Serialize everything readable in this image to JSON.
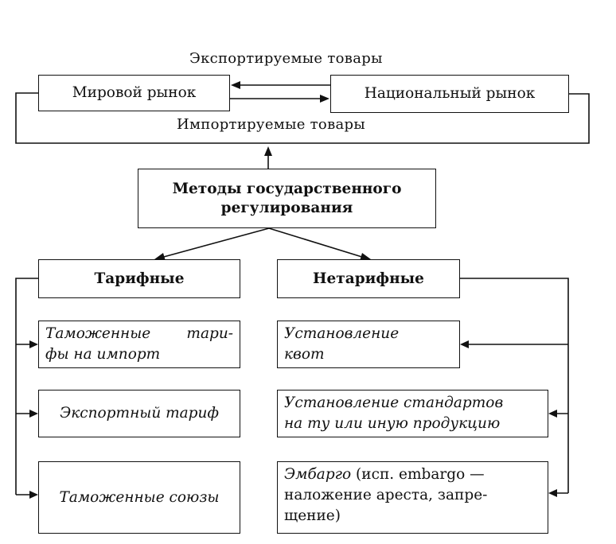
{
  "trade": {
    "exported_goods": "Экспортируемые товары",
    "imported_goods": "Импортируемые товары",
    "world_market": "Мировой рынок",
    "national_market": "Национальный рынок"
  },
  "methods": {
    "title_line1": "Методы государственного",
    "title_line2": "регулирования"
  },
  "tariff": {
    "heading": "Тарифные",
    "items": [
      {
        "line1": "Таможенные тари-",
        "line2": "фы на импорт"
      },
      {
        "line1": "Экспортный тариф"
      },
      {
        "line1": "Таможенные союзы"
      }
    ]
  },
  "nontariff": {
    "heading": "Нетарифные",
    "items": [
      {
        "line1": "Установление",
        "line2": "квот"
      },
      {
        "line1": "Установление стандартов",
        "line2": "на ту или иную продукцию"
      },
      {
        "line1_italic": "Эмбарго",
        "line1_rest": " (исп. embargo —",
        "line2": "наложение ареста, запре-",
        "line3": "щение)"
      }
    ]
  }
}
